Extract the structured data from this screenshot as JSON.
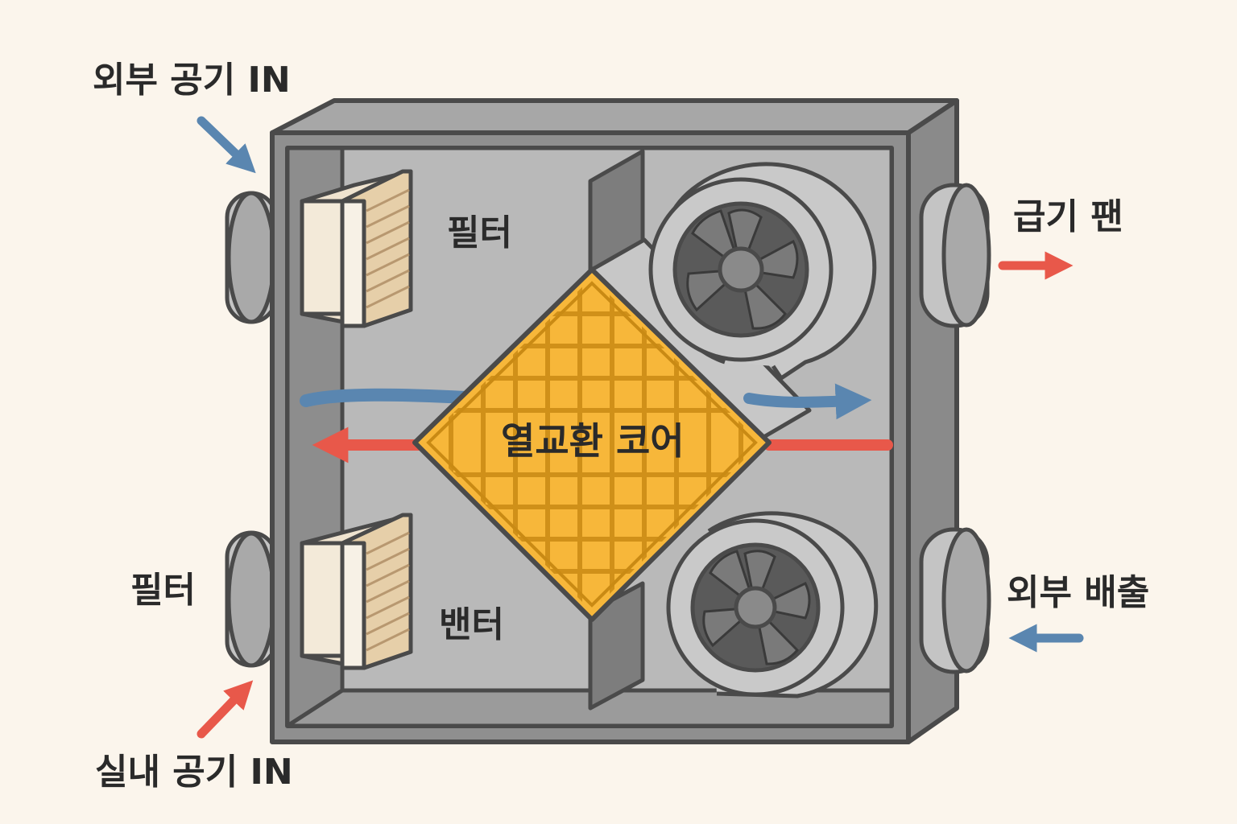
{
  "labels": {
    "outside_air_in": "외부 공기 IN",
    "supply_fan": "급기 팬",
    "filter_top": "필터",
    "filter_bottom_left": "필터",
    "core": "열교환 코어",
    "exhaust_outside": "외부 배출",
    "vent_label": "밴터",
    "indoor_air_in": "실내 공기 IN"
  },
  "colors": {
    "background": "#fbf5ec",
    "casing": "#8f8f8f",
    "casing_inner": "#b9b9b9",
    "outline": "#4a4a4a",
    "core": "#f7b73a",
    "core_grid": "#c98a14",
    "cold_air": "#5a86b0",
    "warm_air": "#e8584a",
    "filter_pleat": "#e6cfa9",
    "filter_face": "#f3ead9"
  },
  "icons": [
    "arrow-icon",
    "fan-icon",
    "filter-icon",
    "duct-icon"
  ]
}
